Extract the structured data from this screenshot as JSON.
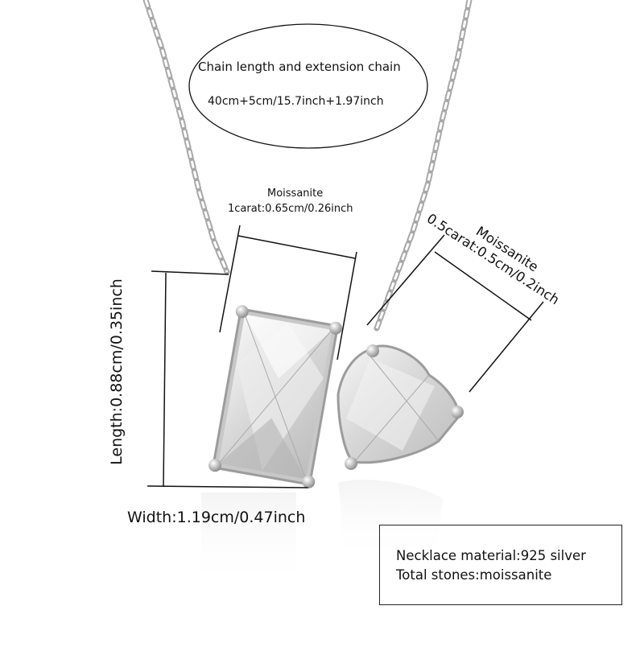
{
  "chain_note": {
    "title": "Chain length and extension chain",
    "value": "40cm+5cm/15.7inch+1.97inch"
  },
  "rectangle_stone": {
    "name": "Moissanite",
    "size": "1carat:0.65cm/0.26inch"
  },
  "heart_stone": {
    "name": "Moissanite",
    "size": "0.5carat:0.5cm/0.2inch"
  },
  "dimensions": {
    "length": "Length:0.88cm/0.35inch",
    "width": "Width:1.19cm/0.47inch"
  },
  "specs": {
    "material": "Necklace material:925 silver",
    "stones": "Total stones:moissanite"
  }
}
